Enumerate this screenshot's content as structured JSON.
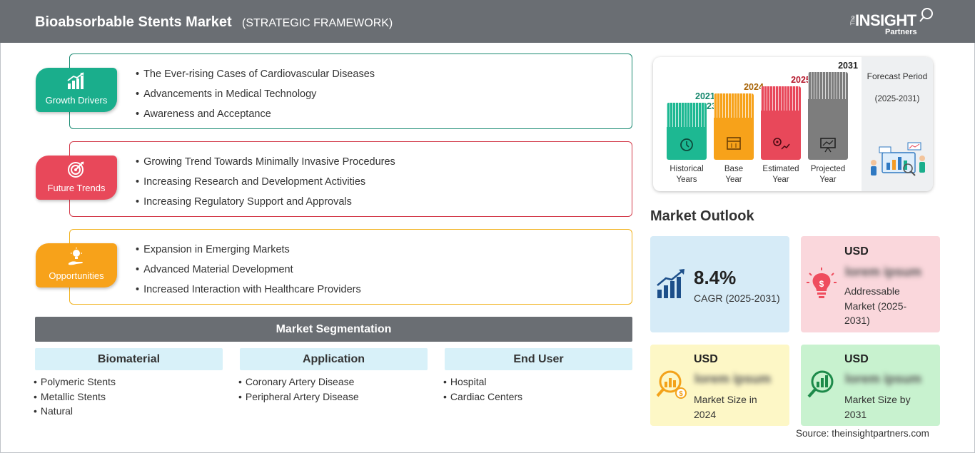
{
  "header": {
    "title": "Bioabsorbable Stents Market",
    "subtitle": "(STRATEGIC FRAMEWORK)",
    "logo_the": "The",
    "logo_name": "INSIGHT",
    "logo_sub": "Partners"
  },
  "framework": {
    "drivers": {
      "label": "Growth Drivers",
      "icon": "growth-chart-icon",
      "color": "#1aae8c",
      "items": [
        "The Ever-rising Cases of Cardiovascular Diseases",
        "Advancements in Medical Technology",
        "Awareness and Acceptance"
      ]
    },
    "trends": {
      "label": "Future Trends",
      "icon": "target-icon",
      "color": "#e8485a",
      "items": [
        "Growing Trend Towards Minimally Invasive Procedures",
        "Increasing Research and Development Activities",
        "Increasing Regulatory Support and Approvals"
      ]
    },
    "opportunities": {
      "label": "Opportunities",
      "icon": "lightbulb-hand-icon",
      "color": "#f7a21a",
      "items": [
        "Expansion in Emerging Markets",
        "Advanced Material Development",
        "Increased Interaction with Healthcare Providers"
      ]
    }
  },
  "segmentation": {
    "title": "Market Segmentation",
    "columns": [
      {
        "heading": "Biomaterial",
        "items": [
          "Polymeric Stents",
          "Metallic Stents",
          "Natural"
        ]
      },
      {
        "heading": "Application",
        "items": [
          "Coronary Artery Disease",
          "Peripheral Artery Disease"
        ]
      },
      {
        "heading": "End User",
        "items": [
          "Hospital",
          "Cardiac Centers"
        ]
      }
    ]
  },
  "timeline": {
    "periods": [
      {
        "year": "2021-2023",
        "caption1": "Historical",
        "caption2": "Years",
        "color": "#1db892",
        "icon": "history-icon"
      },
      {
        "year": "2024",
        "caption1": "Base",
        "caption2": "Year",
        "color": "#f7a21a",
        "icon": "calendar-icon"
      },
      {
        "year": "2025",
        "caption1": "Estimated",
        "caption2": "Year",
        "color": "#e8485a",
        "icon": "settings-chart-icon"
      },
      {
        "year": "2031",
        "caption1": "Projected",
        "caption2": "Year",
        "color": "#7d7d7d",
        "icon": "presentation-icon"
      }
    ],
    "forecast_label": "Forecast Period",
    "forecast_range": "(2025-2031)"
  },
  "outlook": {
    "title": "Market Outlook",
    "cagr": {
      "value": "8.4%",
      "label": "CAGR (2025-2031)",
      "color": "#d6ebf7"
    },
    "addressable": {
      "currency": "USD",
      "value": "lorem ipsum",
      "label": "Addressable Market (2025-2031)",
      "color": "#fad7dc"
    },
    "size_2024": {
      "currency": "USD",
      "value": "lorem ipsum",
      "label": "Market Size in 2024",
      "color": "#fdf7c6"
    },
    "size_2031": {
      "currency": "USD",
      "value": "lorem ipsum",
      "label": "Market Size by 2031",
      "color": "#c8f2cf"
    }
  },
  "source": "Source: theinsightpartners.com"
}
